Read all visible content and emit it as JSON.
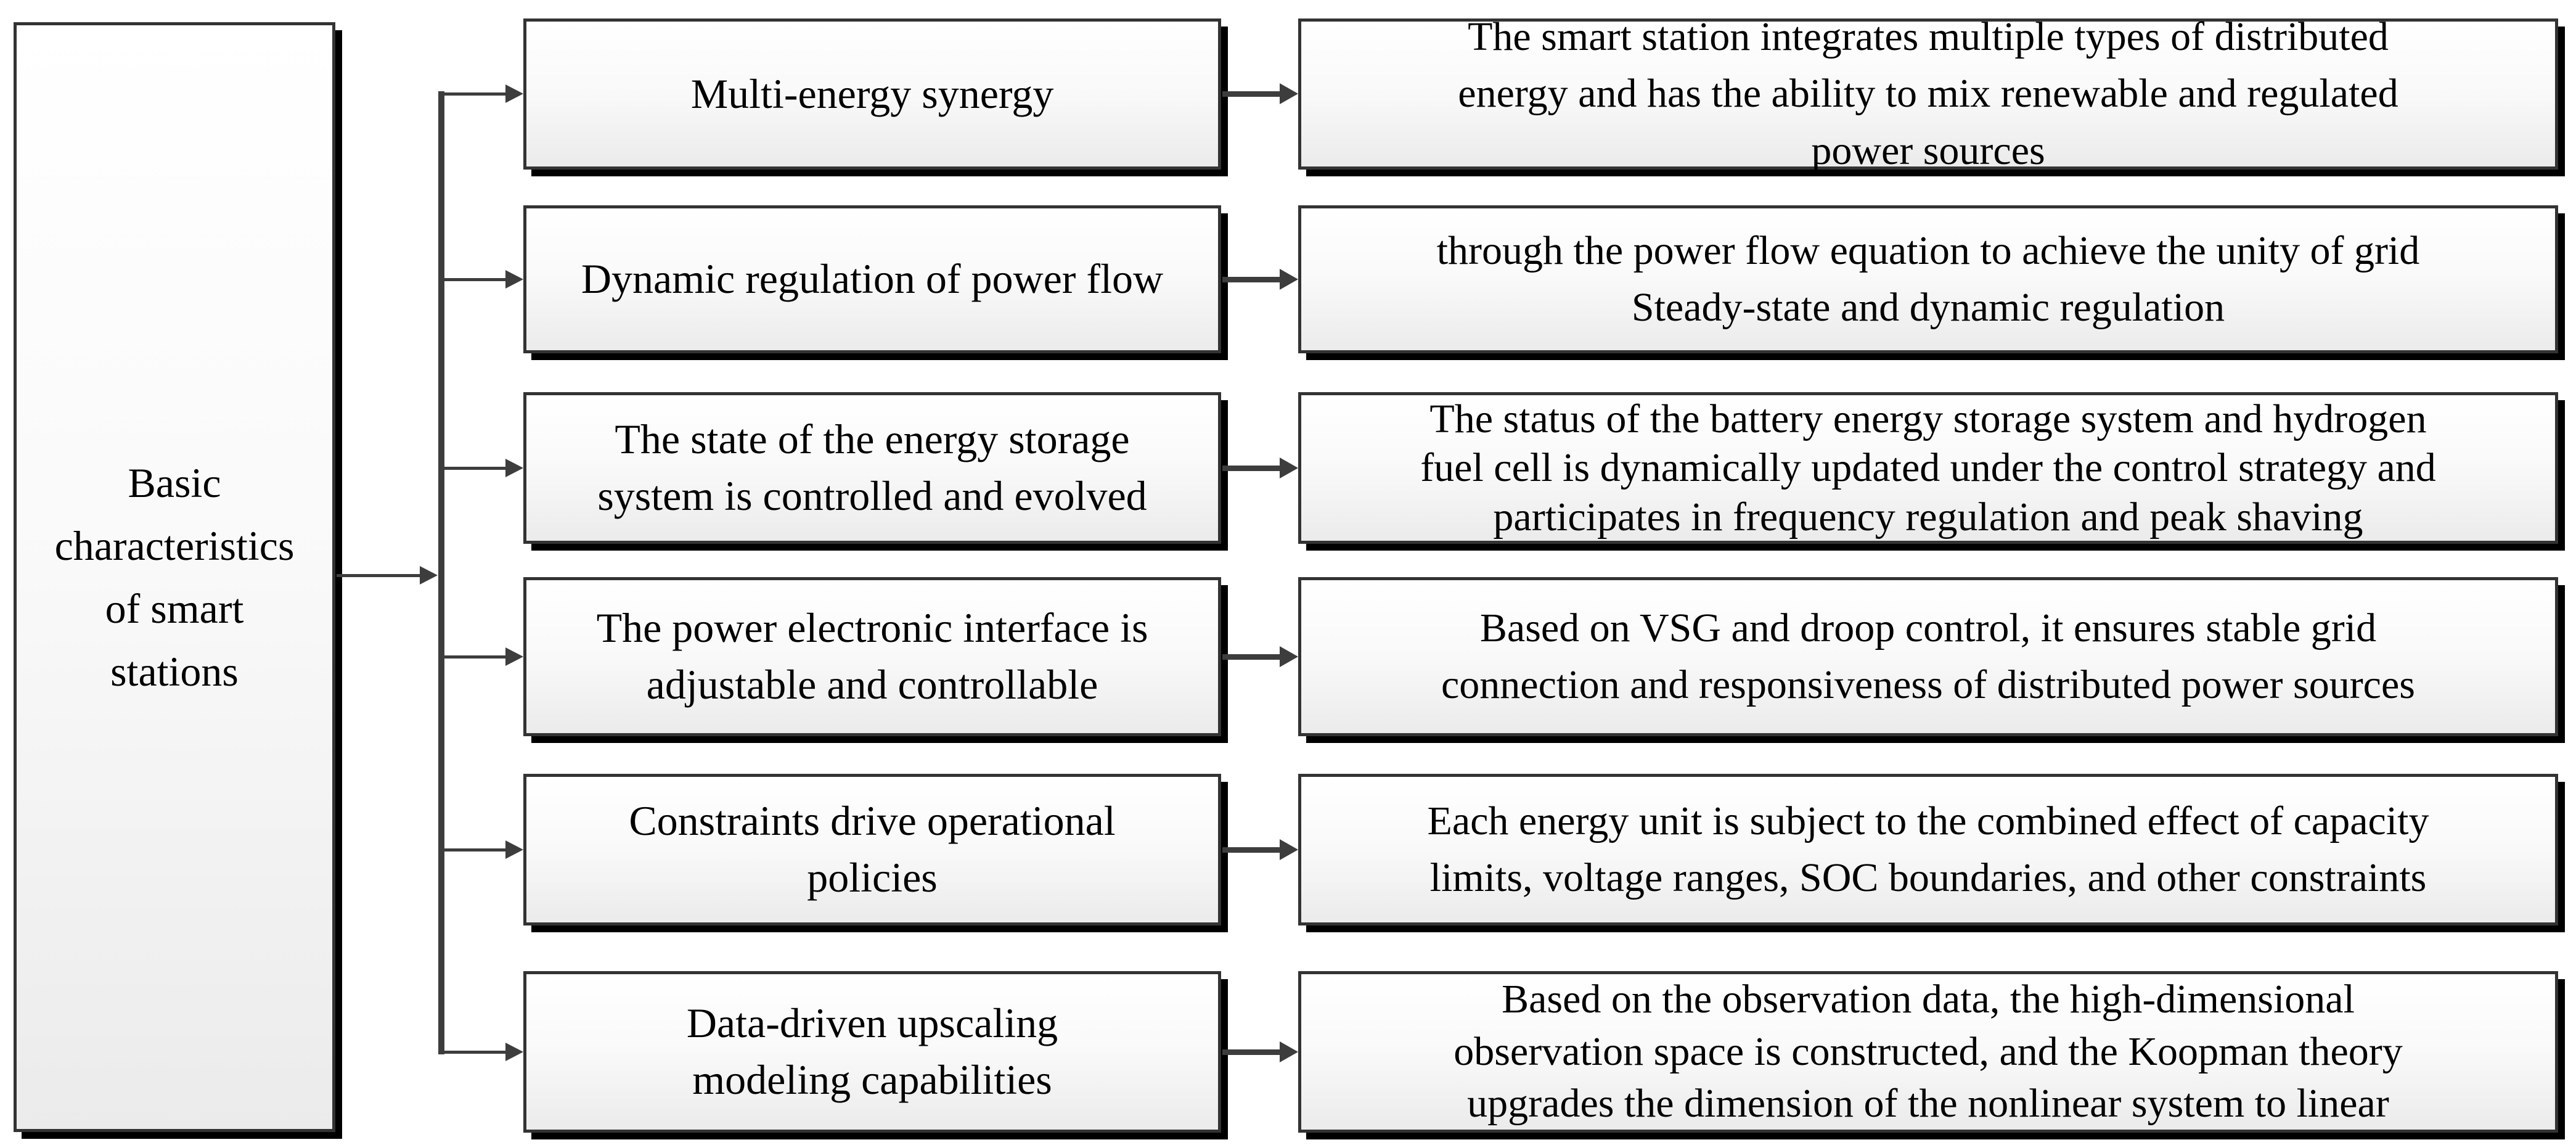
{
  "diagram": {
    "root_label": "Basic\ncharacteristics\nof smart\nstations",
    "rows": [
      {
        "feature": "Multi-energy synergy",
        "description": "The smart station integrates multiple types of distributed\nenergy and has the ability to mix renewable and regulated\npower sources"
      },
      {
        "feature": "Dynamic regulation of power flow",
        "description": "through the power flow equation to achieve the unity of grid\nSteady-state and dynamic regulation"
      },
      {
        "feature": "The state of the energy storage\nsystem is controlled and evolved",
        "description": "The status of the battery energy storage system and hydrogen\nfuel cell is dynamically updated under the control strategy and\nparticipates in frequency regulation and peak shaving"
      },
      {
        "feature": "The power electronic interface is\nadjustable and controllable",
        "description": "Based on VSG and droop control, it ensures stable grid\nconnection and responsiveness of distributed power sources"
      },
      {
        "feature": "Constraints drive operational\npolicies",
        "description": "Each energy unit is subject to the combined effect of capacity\nlimits, voltage ranges, SOC boundaries, and other constraints"
      },
      {
        "feature": "Data-driven upscaling\nmodeling capabilities",
        "description": "Based on the observation data, the high-dimensional\nobservation space is constructed, and the Koopman theory\nupgrades the dimension of the nonlinear system to linear"
      }
    ]
  },
  "colors": {
    "background": "#ffffff",
    "box_fill_top": "#ffffff",
    "box_fill_bottom": "#ebebeb",
    "box_border": "#333333",
    "box_shadow": "#000000",
    "connector": "#3d3d3d",
    "text": "#000000"
  }
}
